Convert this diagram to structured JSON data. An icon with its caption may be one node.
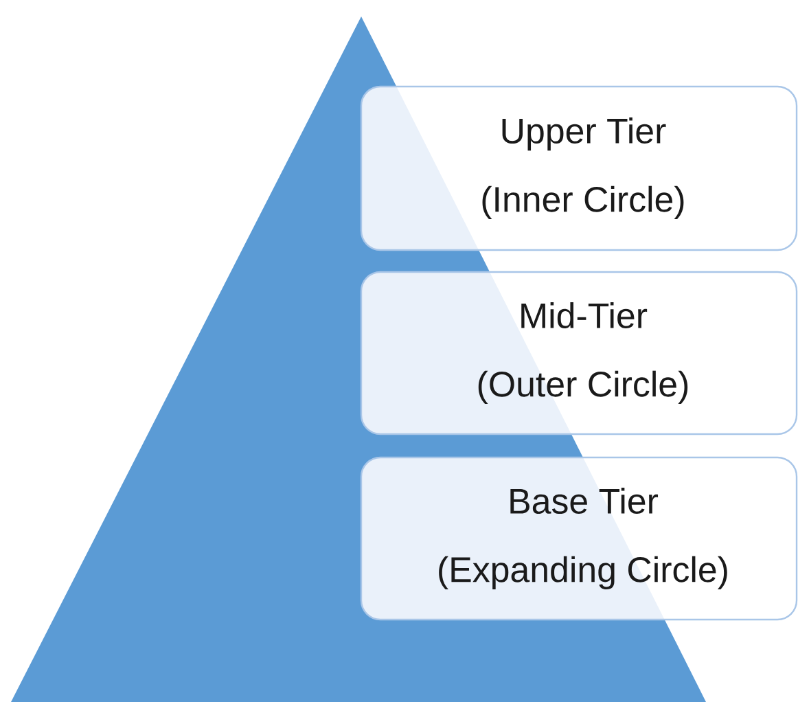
{
  "diagram": {
    "nodes": [
      {
        "text": [
          "Upper Tier",
          "(Inner Circle)"
        ]
      },
      {
        "text": [
          "Mid-Tier",
          "(Outer Circle)"
        ]
      },
      {
        "text": [
          "Base Tier",
          "(Expanding Circle)"
        ]
      }
    ]
  }
}
